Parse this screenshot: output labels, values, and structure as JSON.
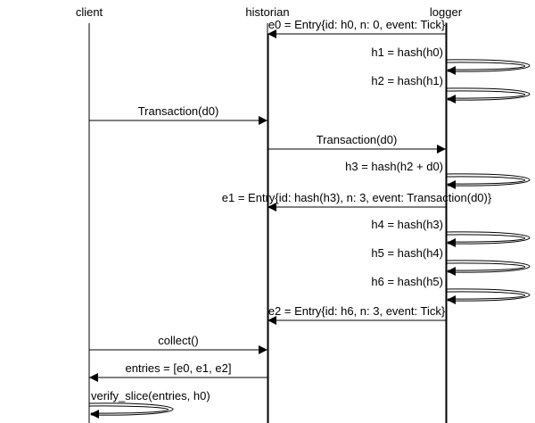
{
  "participants": [
    {
      "id": "client",
      "label": "client"
    },
    {
      "id": "historian",
      "label": "historian"
    },
    {
      "id": "logger",
      "label": "logger"
    }
  ],
  "messages": [
    {
      "from": "logger",
      "to": "historian",
      "label": "e0 = Entry{id: h0, n: 0, event: Tick}"
    },
    {
      "from": "logger",
      "to": "logger",
      "label": "h1 = hash(h0)"
    },
    {
      "from": "logger",
      "to": "logger",
      "label": "h2 = hash(h1)"
    },
    {
      "from": "client",
      "to": "historian",
      "label": "Transaction(d0)"
    },
    {
      "from": "historian",
      "to": "logger",
      "label": "Transaction(d0)"
    },
    {
      "from": "logger",
      "to": "logger",
      "label": "h3 = hash(h2 + d0)"
    },
    {
      "from": "logger",
      "to": "historian",
      "label": "e1 = Entry{id: hash(h3), n: 3, event: Transaction(d0)}"
    },
    {
      "from": "logger",
      "to": "logger",
      "label": "h4 = hash(h3)"
    },
    {
      "from": "logger",
      "to": "logger",
      "label": "h5 = hash(h4)"
    },
    {
      "from": "logger",
      "to": "logger",
      "label": "h6 = hash(h5)"
    },
    {
      "from": "logger",
      "to": "historian",
      "label": "e2 = Entry{id: h6, n: 3, event: Tick}"
    },
    {
      "from": "client",
      "to": "historian",
      "label": "collect()"
    },
    {
      "from": "historian",
      "to": "client",
      "label": "entries = [e0, e1, e2]"
    },
    {
      "from": "client",
      "to": "client",
      "label": "verify_slice(entries, h0)"
    }
  ]
}
